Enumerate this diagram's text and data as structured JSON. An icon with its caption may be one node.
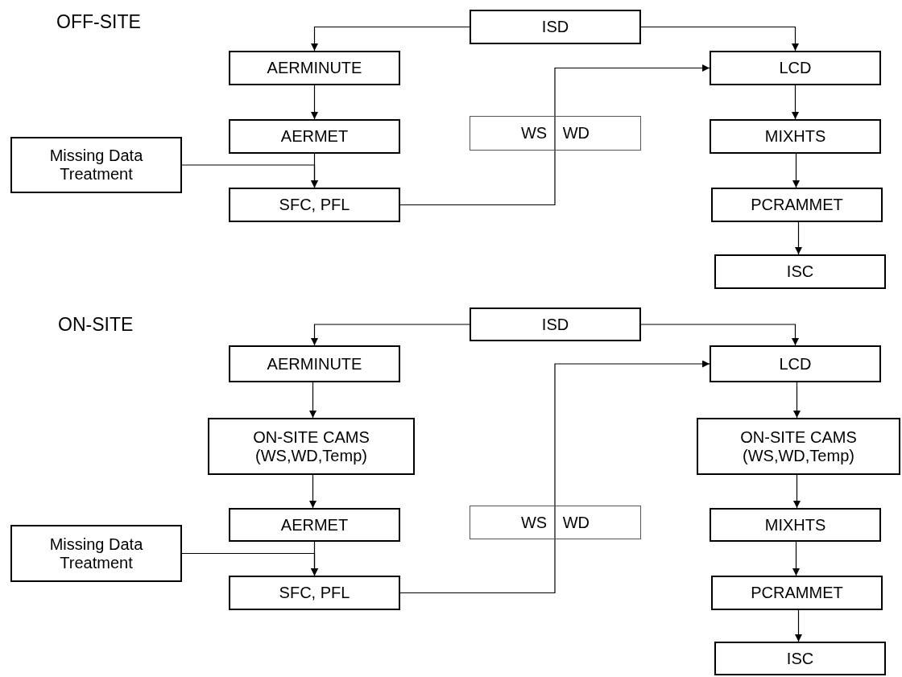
{
  "diagram": {
    "nodes": [
      {
        "text": [
          "ISD"
        ]
      },
      {
        "text": [
          "AERMINUTE"
        ]
      },
      {
        "text": [
          "LCD"
        ]
      },
      {
        "text": [
          "AERMET"
        ]
      },
      {
        "text": [
          "MIXHTS"
        ]
      },
      {
        "text": [
          "Missing Data Treatment"
        ]
      },
      {
        "text": [
          "SFC, PFL"
        ]
      },
      {
        "text": [
          "PCRAMMET"
        ]
      },
      {
        "text": [
          "ISC"
        ]
      },
      {
        "text": [
          "ISD"
        ]
      },
      {
        "text": [
          "AERMINUTE"
        ]
      },
      {
        "text": [
          "LCD"
        ]
      },
      {
        "text": [
          "ON-SITE CAMS (WS,WD,Temp)"
        ]
      },
      {
        "text": [
          "ON-SITE CAMS (WS,WD,Temp)"
        ]
      },
      {
        "text": [
          "AERMET"
        ]
      },
      {
        "text": [
          "MIXHTS"
        ]
      },
      {
        "text": [
          "Missing Data Treatment"
        ]
      },
      {
        "text": [
          "SFC, PFL"
        ]
      },
      {
        "text": [
          "PCRAMMET"
        ]
      },
      {
        "text": [
          "ISC"
        ]
      }
    ],
    "edges": [
      {
        "from": 0,
        "to": 1,
        "arrow": "to"
      },
      {
        "from": 0,
        "to": 2,
        "arrow": "to"
      },
      {
        "from": 1,
        "to": 3,
        "arrow": "to"
      },
      {
        "from": 3,
        "to": 6,
        "arrow": "to"
      },
      {
        "from": 5,
        "to": 6,
        "arrow": "to"
      },
      {
        "from": 6,
        "to": 2,
        "arrow": "to",
        "label": "WS WD"
      },
      {
        "from": 2,
        "to": 4,
        "arrow": "to"
      },
      {
        "from": 4,
        "to": 7,
        "arrow": "to"
      },
      {
        "from": 7,
        "to": 8,
        "arrow": "to"
      },
      {
        "from": 9,
        "to": 10,
        "arrow": "to"
      },
      {
        "from": 9,
        "to": 11,
        "arrow": "to"
      },
      {
        "from": 10,
        "to": 12,
        "arrow": "to"
      },
      {
        "from": 12,
        "to": 14,
        "arrow": "to"
      },
      {
        "from": 14,
        "to": 17,
        "arrow": "to"
      },
      {
        "from": 16,
        "to": 17,
        "arrow": "to"
      },
      {
        "from": 17,
        "to": 11,
        "arrow": "to",
        "label": "WS WD"
      },
      {
        "from": 11,
        "to": 13,
        "arrow": "to"
      },
      {
        "from": 13,
        "to": 15,
        "arrow": "to"
      },
      {
        "from": 15,
        "to": 18,
        "arrow": "to"
      },
      {
        "from": 18,
        "to": 19,
        "arrow": "to"
      }
    ],
    "labels": [
      "OFF-SITE",
      "ON-SITE"
    ]
  }
}
